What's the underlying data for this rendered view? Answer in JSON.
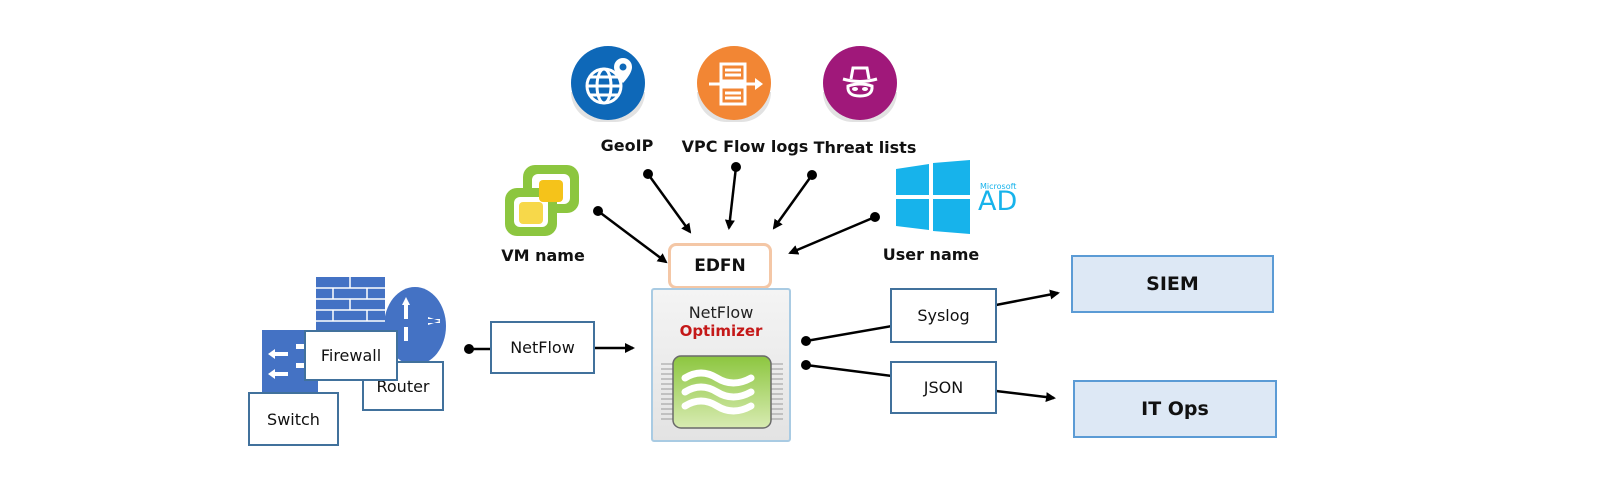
{
  "title": "NetFlow Optimizer enrichment data flow",
  "enrichment_sources": [
    {
      "id": "geoip",
      "label": "GeoIP",
      "icon": "globe-location-icon",
      "color": "#0e68b8"
    },
    {
      "id": "vpc",
      "label": "VPC Flow logs",
      "icon": "flow-log-icon",
      "color": "#f28634"
    },
    {
      "id": "threat",
      "label": "Threat lists",
      "icon": "spy-mask-icon",
      "color": "#a0187a"
    },
    {
      "id": "vm",
      "label": "VM name",
      "icon": "vmware-icon",
      "color": "#8cc63f"
    },
    {
      "id": "user",
      "label": "User name",
      "icon": "windows-ad-icon",
      "color": "#17b3eb",
      "brand_small": "Microsoft",
      "brand_large": "AD"
    }
  ],
  "edfn": {
    "label": "EDFN"
  },
  "nfo": {
    "title": "NetFlow",
    "subtitle": "Optimizer"
  },
  "devices": {
    "firewall": "Firewall",
    "router": "Router",
    "switch": "Switch"
  },
  "input": {
    "label": "NetFlow"
  },
  "outputs": [
    {
      "format": "Syslog",
      "destination": "SIEM"
    },
    {
      "format": "JSON",
      "destination": "IT Ops"
    }
  ]
}
